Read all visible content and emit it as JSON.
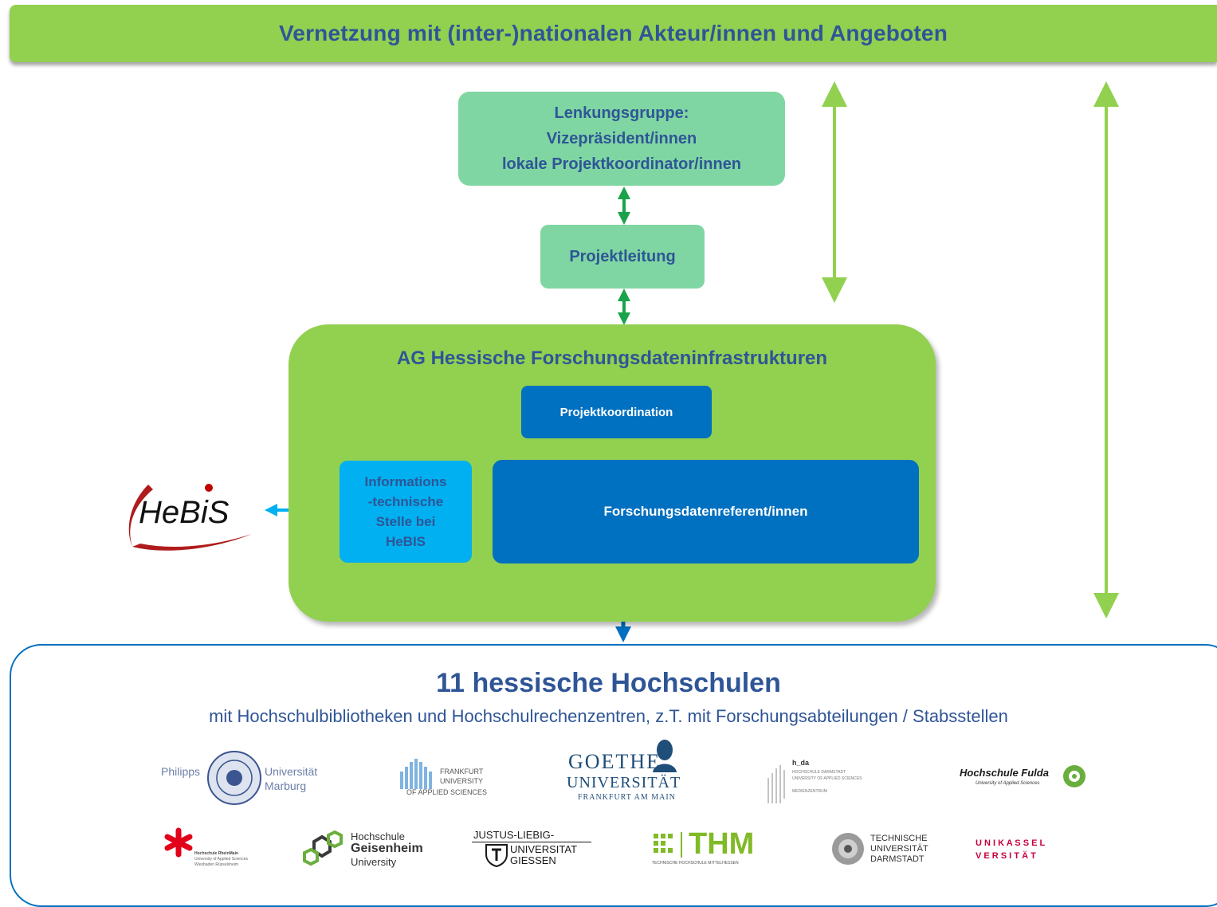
{
  "banner": {
    "title": "Vernetzung mit (inter-)nationalen Akteur/innen und Angeboten"
  },
  "lenkungsgruppe": {
    "lines": [
      "Lenkungsgruppe:",
      "Vizepräsident/innen",
      "lokale Projektkoordinator/innen"
    ]
  },
  "projektleitung": {
    "label": "Projektleitung"
  },
  "ag": {
    "title": "AG Hessische Forschungsdateninfrastrukturen",
    "projektkoordination": "Projektkoordination",
    "it_stelle": [
      "Informations",
      "-technische",
      "Stelle bei",
      "HeBIS"
    ],
    "referenten": "Forschungsdatenreferent/innen"
  },
  "hebis_logo": {
    "text": "HeBiS"
  },
  "hochschulen": {
    "title": "11 hessische Hochschulen",
    "subtitle": "mit Hochschulbibliotheken und Hochschulrechenzentren, z.T. mit Forschungsabteilungen / Stabsstellen",
    "logos": {
      "marburg": {
        "left": "Philipps",
        "right1": "Universität",
        "right2": "Marburg"
      },
      "frankfurt_uas": {
        "l1": "FRANKFURT",
        "l2": "UNIVERSITY",
        "l3": "OF APPLIED SCIENCES"
      },
      "goethe": {
        "l1": "GOETHE",
        "l2": "UNIVERSITÄT",
        "l3": "FRANKFURT AM MAIN"
      },
      "hda": {
        "l1": "h_da",
        "l2": "HOCHSCHULE DARMSTADT",
        "l3": "UNIVERSITY OF APPLIED SCIENCES",
        "l4": "MEDIENZENTRUM"
      },
      "fulda": {
        "l1": "Hochschule Fulda",
        "l2": "University of Applied Sciences"
      },
      "rheinmain": {
        "l1": "Hochschule RheinMain",
        "l2": "University of Applied Sciences",
        "l3": "Wiesbaden Rüsselsheim"
      },
      "geisenheim": {
        "l1": "Hochschule",
        "l2": "Geisenheim",
        "l3": "University"
      },
      "giessen": {
        "l1": "JUSTUS-LIEBIG-",
        "l2": "UNIVERSITAT",
        "l3": "GIESSEN"
      },
      "thm": {
        "l1": "THM",
        "l2": "TECHNISCHE HOCHSCHULE MITTELHESSEN"
      },
      "tud": {
        "l1": "TECHNISCHE",
        "l2": "UNIVERSITÄT",
        "l3": "DARMSTADT"
      },
      "kassel": {
        "l1": "U N I K A S S E L",
        "l2": "V E R S I T Ä T"
      }
    }
  },
  "colors": {
    "green": "#92d050",
    "mint": "#7fd6a2",
    "blue": "#0070c0",
    "cyan": "#00b0f0",
    "text": "#2f5597"
  }
}
